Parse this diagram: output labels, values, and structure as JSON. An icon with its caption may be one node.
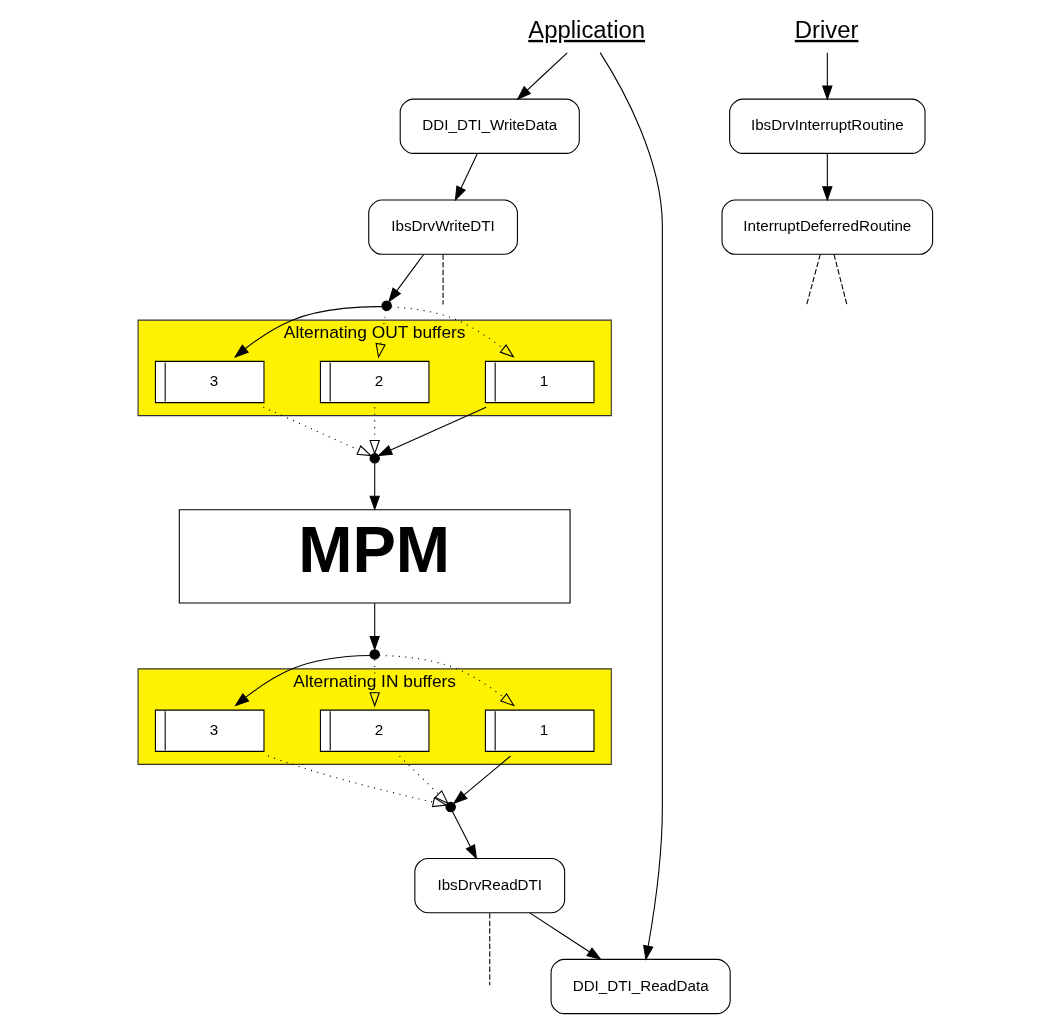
{
  "diagram": {
    "nodes": [
      {
        "text": [
          "Application"
        ]
      },
      {
        "text": [
          "DDI_DTI_WriteData"
        ]
      },
      {
        "text": [
          "DDI_DTI_ReadData"
        ]
      },
      {
        "text": [
          "Driver"
        ]
      },
      {
        "text": [
          "IbsDrvWriteDTI"
        ]
      },
      {
        "text": [
          "IbsDrvInterruptRoutine"
        ]
      },
      {
        "text": [
          "IbsDrvReadDTI"
        ]
      },
      {
        "text": [
          "InterruptDeferredRoutine"
        ]
      },
      {
        "text": [
          "Alternating OUT buffers"
        ]
      },
      {
        "text": [
          "1"
        ],
        "in": 8
      },
      {
        "text": [
          "2"
        ],
        "in": 8
      },
      {
        "text": [
          "3"
        ],
        "in": 8
      },
      {
        "text": [
          "Alternating IN buffers"
        ]
      },
      {
        "text": [
          "1"
        ],
        "in": 12
      },
      {
        "text": [
          "2"
        ],
        "in": 12
      },
      {
        "text": [
          "3"
        ],
        "in": 12
      },
      {
        "text": [],
        "shape": "circle"
      },
      {
        "text": [],
        "shape": "circle"
      },
      {
        "text": [],
        "shape": "circle"
      },
      {
        "text": [],
        "shape": "circle"
      },
      {
        "text": [
          "MPM"
        ]
      }
    ],
    "edges": [
      {
        "from": 0,
        "to": 1,
        "arrow": "to"
      },
      {
        "from": 0,
        "to": 2,
        "arrow": "to"
      },
      {
        "from": 1,
        "to": 4,
        "arrow": "to"
      },
      {
        "from": 3,
        "to": 5,
        "arrow": "to"
      },
      {
        "from": 5,
        "to": 7,
        "arrow": "to"
      },
      {
        "from": 6,
        "to": 2,
        "arrow": "to"
      },
      {
        "from": 4,
        "to": 16,
        "arrow": "to"
      },
      {
        "from": 16,
        "to": 9,
        "arrow": "to",
        "style": "dashed"
      },
      {
        "from": 16,
        "to": 10,
        "arrow": "to",
        "style": "dashed"
      },
      {
        "from": 16,
        "to": 11,
        "arrow": "to"
      },
      {
        "from": 9,
        "to": 17,
        "arrow": "to"
      },
      {
        "from": 10,
        "to": 17,
        "arrow": "to",
        "style": "dashed"
      },
      {
        "from": 11,
        "to": 17,
        "arrow": "to",
        "style": "dashed"
      },
      {
        "from": 17,
        "to": 20,
        "arrow": "to"
      },
      {
        "from": 20,
        "to": 18,
        "arrow": "to"
      },
      {
        "from": 18,
        "to": 13,
        "arrow": "to",
        "style": "dashed"
      },
      {
        "from": 18,
        "to": 14,
        "arrow": "to",
        "style": "dashed"
      },
      {
        "from": 18,
        "to": 15,
        "arrow": "to"
      },
      {
        "from": 13,
        "to": 19,
        "arrow": "to"
      },
      {
        "from": 14,
        "to": 19,
        "arrow": "to",
        "style": "dashed"
      },
      {
        "from": 15,
        "to": 19,
        "arrow": "to",
        "style": "dashed"
      },
      {
        "from": 19,
        "to": 6,
        "arrow": "to"
      },
      {
        "from": 4,
        "to": null,
        "arrow": "none",
        "style": "dashed"
      },
      {
        "from": 7,
        "to": null,
        "arrow": "none",
        "style": "dashed"
      },
      {
        "from": 7,
        "to": null,
        "arrow": "none",
        "style": "dashed"
      },
      {
        "from": 6,
        "to": null,
        "arrow": "none",
        "style": "dashed"
      }
    ]
  }
}
